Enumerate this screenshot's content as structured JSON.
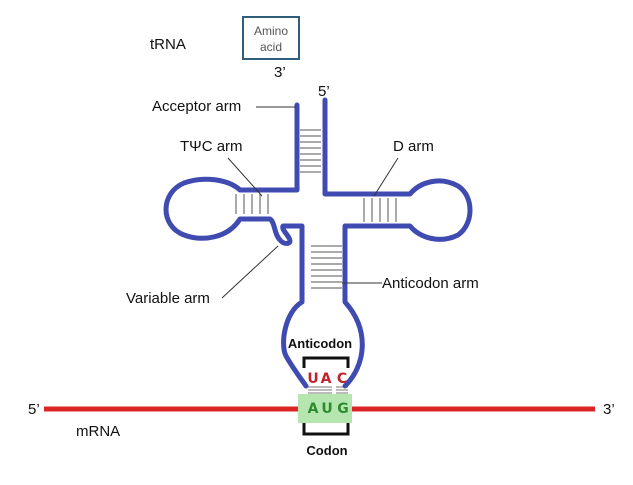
{
  "labels": {
    "trna": "tRNA",
    "amino_acid_line1": "Amino",
    "amino_acid_line2": "acid",
    "three_prime_top": "3’",
    "five_prime_top": "5’",
    "acceptor_arm": "Acceptor arm",
    "tpsic_arm": "TΨC arm",
    "d_arm": "D arm",
    "variable_arm": "Variable arm",
    "anticodon_arm": "Anticodon arm",
    "anticodon": "Anticodon",
    "codon": "Codon",
    "mrna": "mRNA",
    "mrna_five_prime": "5’",
    "mrna_three_prime": "3’"
  },
  "anticodon_bases": [
    "U",
    "A",
    "C"
  ],
  "codon_bases": [
    "A",
    "U",
    "G"
  ],
  "colors": {
    "trna_strand": "#3f4bb0",
    "mrna_strand": "#dc2626",
    "anticodon_text": "#c0222e",
    "codon_text": "#2e8b2e",
    "codon_highlight": "#b6e6b0",
    "amino_box_border": "#2f5f7a",
    "pointer_lines": "#333333",
    "base_pairs": "#555555"
  }
}
